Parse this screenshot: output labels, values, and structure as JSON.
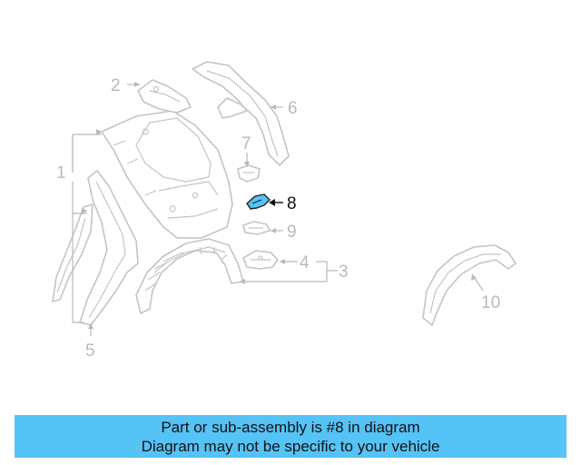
{
  "diagram": {
    "callouts": {
      "c1": "1",
      "c2": "2",
      "c3": "3",
      "c4": "4",
      "c5": "5",
      "c6": "6",
      "c7": "7",
      "c8": "8",
      "c9": "9",
      "c10": "10"
    },
    "highlighted_part": "8",
    "highlight_color": "#56c3f6"
  },
  "banner": {
    "line1": "Part or sub-assembly is #8 in diagram",
    "line2": "Diagram may not be specific to your vehicle",
    "background": "#56c3f6"
  }
}
